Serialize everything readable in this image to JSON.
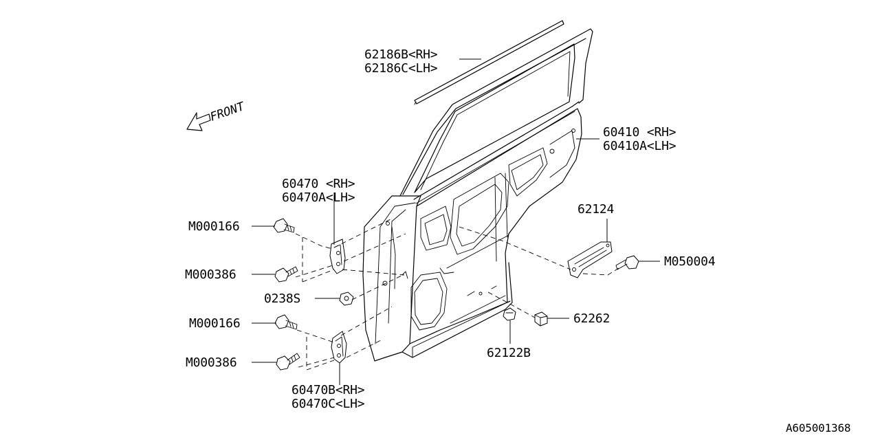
{
  "direction": {
    "text": "FRONT",
    "icon": "front-arrow-icon"
  },
  "callouts": {
    "weatherstrip": {
      "rh": "62186B<RH>",
      "lh": "62186C<LH>"
    },
    "door_panel": {
      "rh": "60410 <RH>",
      "lh": "60410A<LH>"
    },
    "upper_hinge": {
      "rh": "60470 <RH>",
      "lh": "60470A<LH>"
    },
    "lower_hinge": {
      "rh": "60470B<RH>",
      "lh": "60470C<LH>"
    },
    "bolt_upper_a": "M000166",
    "bolt_upper_b": "M000386",
    "nut": "0238S",
    "bolt_lower_a": "M000166",
    "bolt_lower_b": "M000386",
    "checker": "62124",
    "checker_bolt": "M050004",
    "plug": "62262",
    "grommet": "62122B"
  },
  "diagram_id": "A605001368"
}
